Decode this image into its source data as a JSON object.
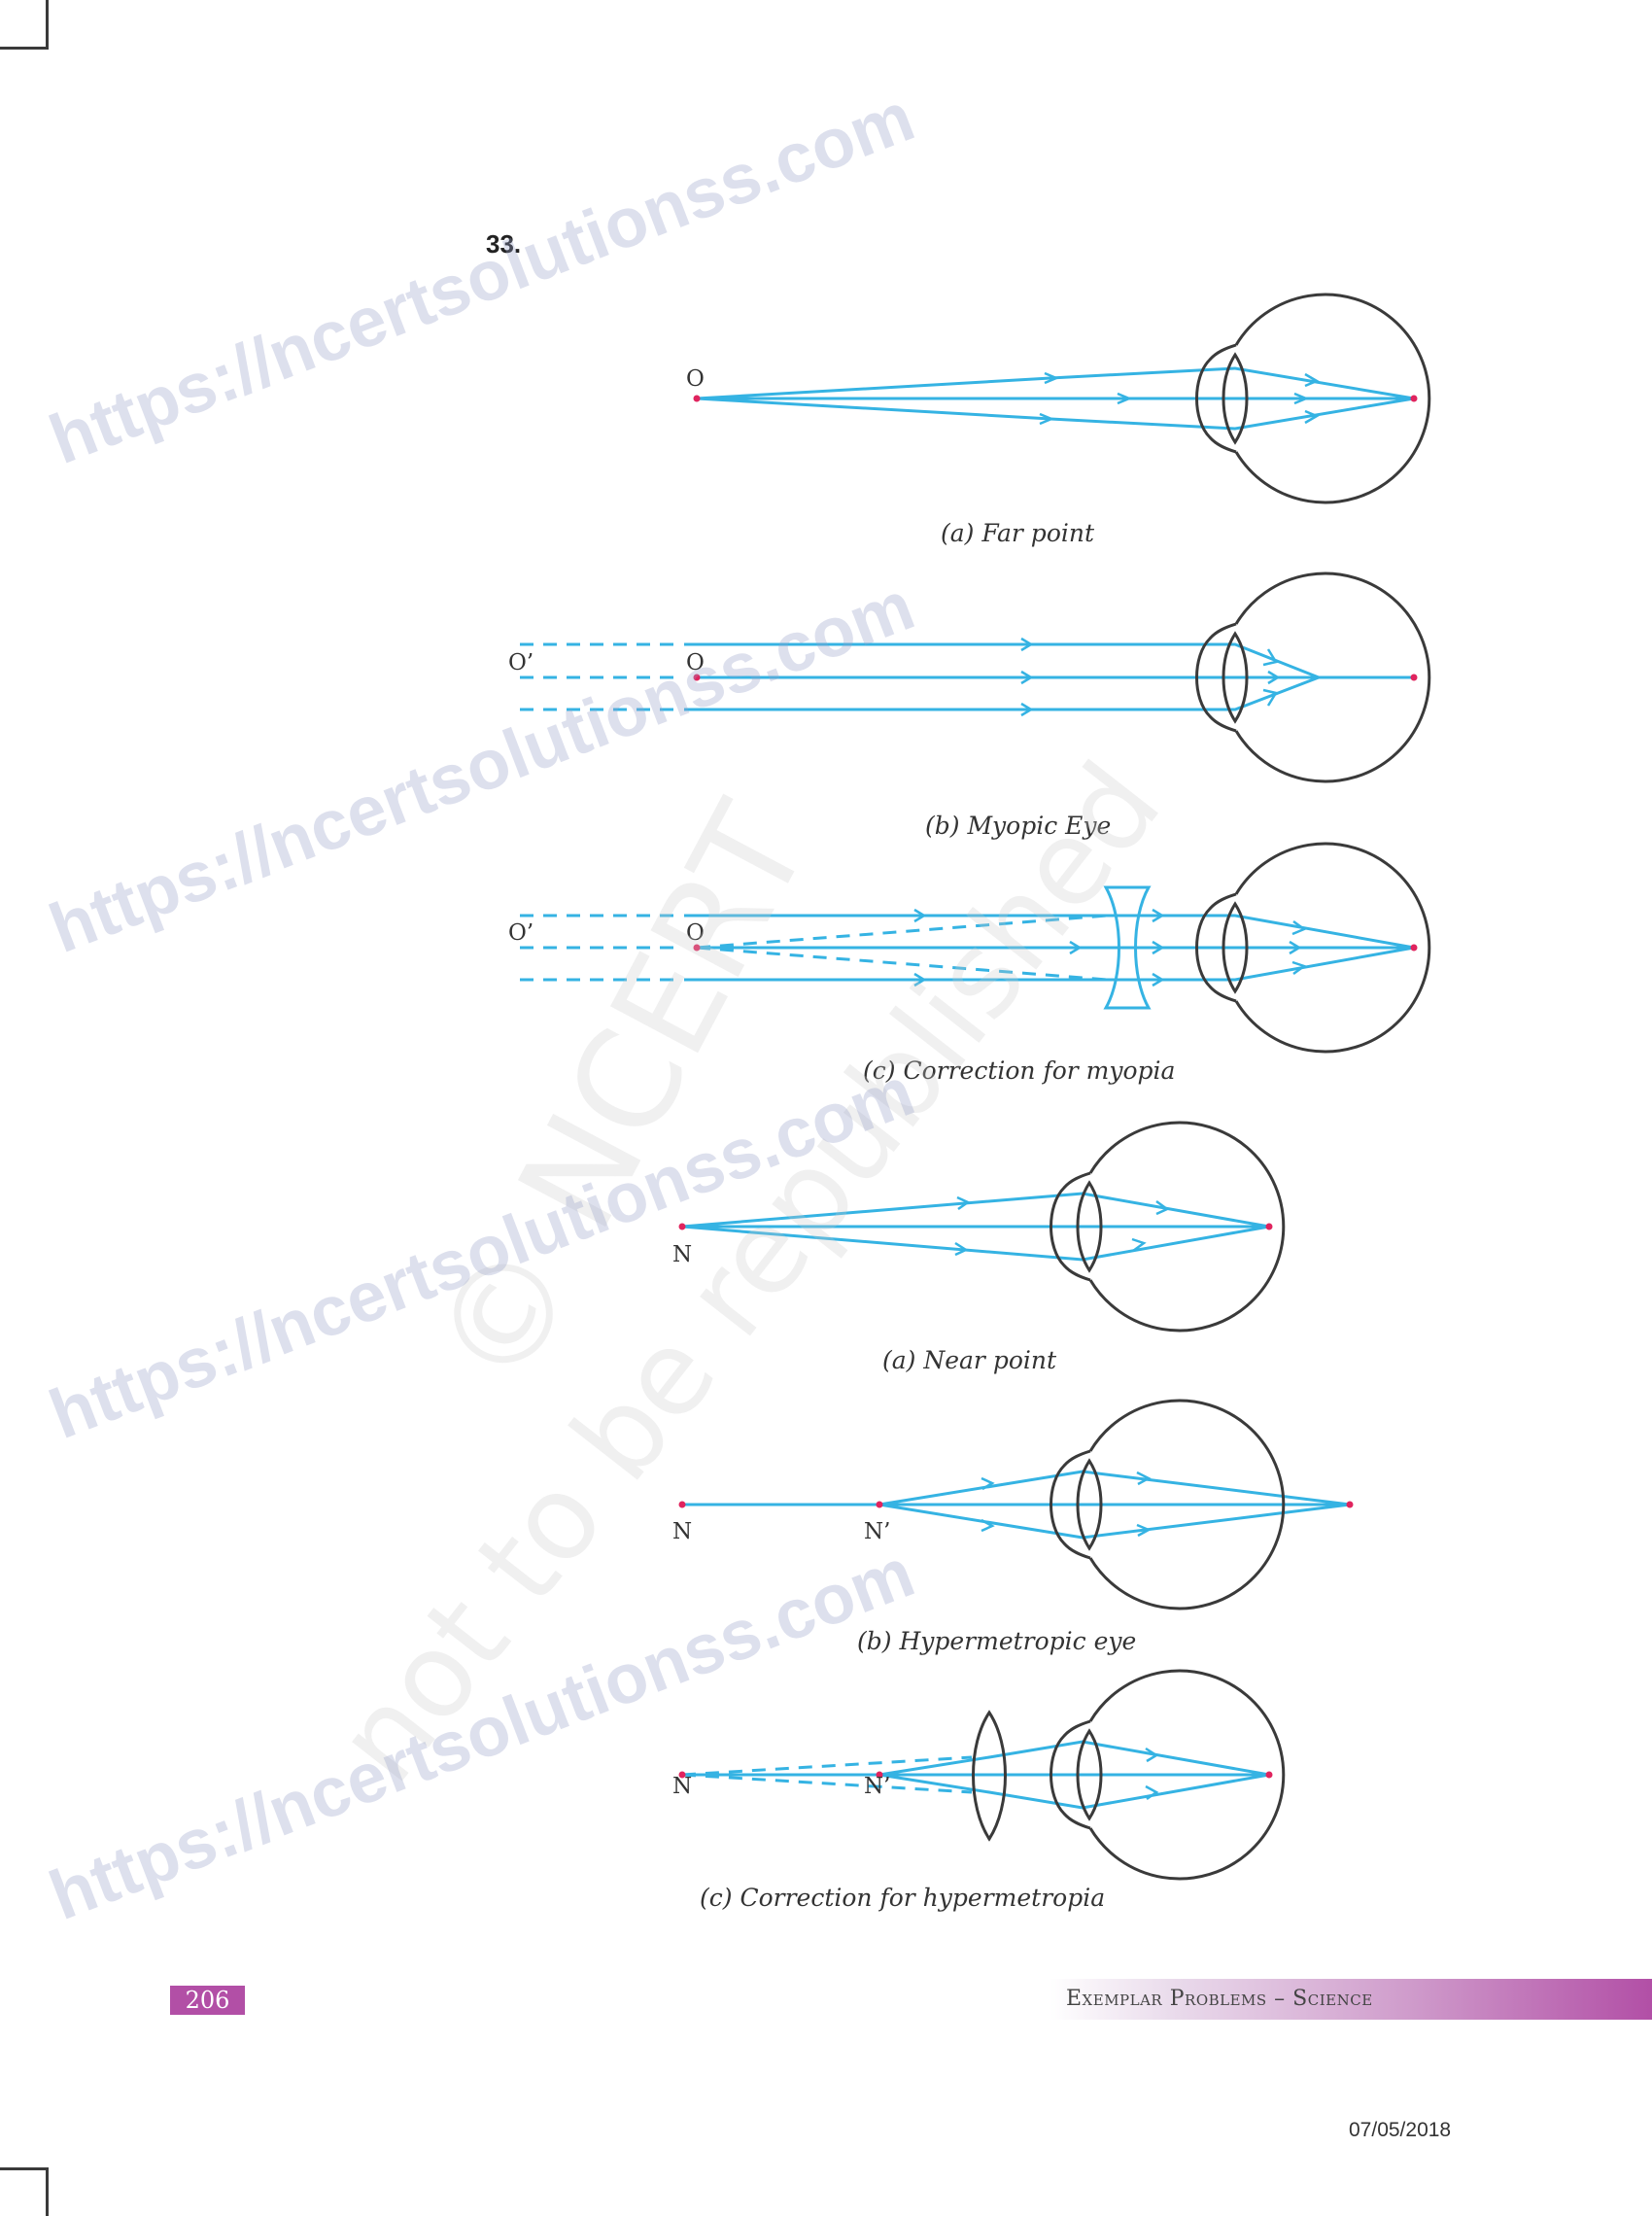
{
  "question": {
    "number": "33."
  },
  "diagrams": [
    {
      "id": "far-point",
      "caption": "(a) Far point",
      "labels": {
        "object": "O"
      }
    },
    {
      "id": "myopic-eye",
      "caption": "(b) Myopic Eye",
      "labels": {
        "far_object": "O’",
        "object": "O"
      }
    },
    {
      "id": "myopia-correction",
      "caption": "(c) Correction for myopia",
      "labels": {
        "far_object": "O’",
        "object": "O"
      }
    },
    {
      "id": "near-point",
      "caption": "(a) Near point",
      "labels": {
        "near": "N"
      }
    },
    {
      "id": "hypermetropic-eye",
      "caption": "(b) Hypermetropic eye",
      "labels": {
        "near": "N",
        "near_shifted": "N’"
      }
    },
    {
      "id": "hypermetropia-correction",
      "caption": "(c) Correction for hypermetropia",
      "labels": {
        "near": "N",
        "near_shifted": "N’"
      }
    }
  ],
  "colors": {
    "ray": "#35b3e3",
    "eye_outline": "#3a3a3a",
    "point": "#e0245e",
    "accent": "#b24fa6"
  },
  "watermarks": {
    "site": "https://ncertsolutionss.com",
    "ncert": "© NCERT",
    "republish": "not to be republished"
  },
  "footer": {
    "page_number": "206",
    "book_title": "Exemplar Problems – Science",
    "date": "07/05/2018"
  }
}
